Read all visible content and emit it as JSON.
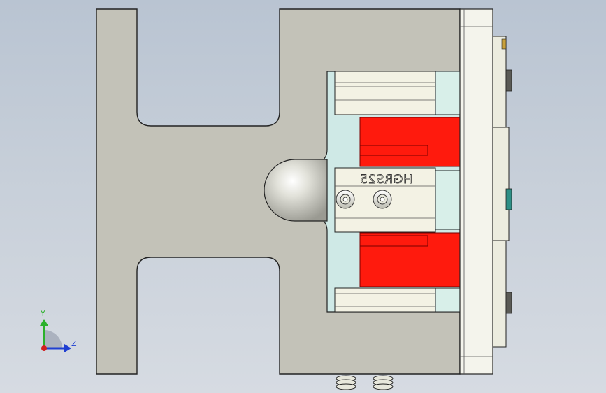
{
  "view": {
    "background_top": "#b9c4d2",
    "background_bottom": "#d6dbe2"
  },
  "model": {
    "part_label": "HGRS25",
    "body_color": "#c3c2b8",
    "red_block_color": "#ff1a0d",
    "rail_color": "#f3f2e4",
    "cyan_color": "#d8efe9"
  },
  "triad": {
    "y_label": "Y",
    "z_label": "Z",
    "y_color": "#2bb12b",
    "z_color": "#1f3fd1",
    "x_color": "#d11f1f"
  }
}
